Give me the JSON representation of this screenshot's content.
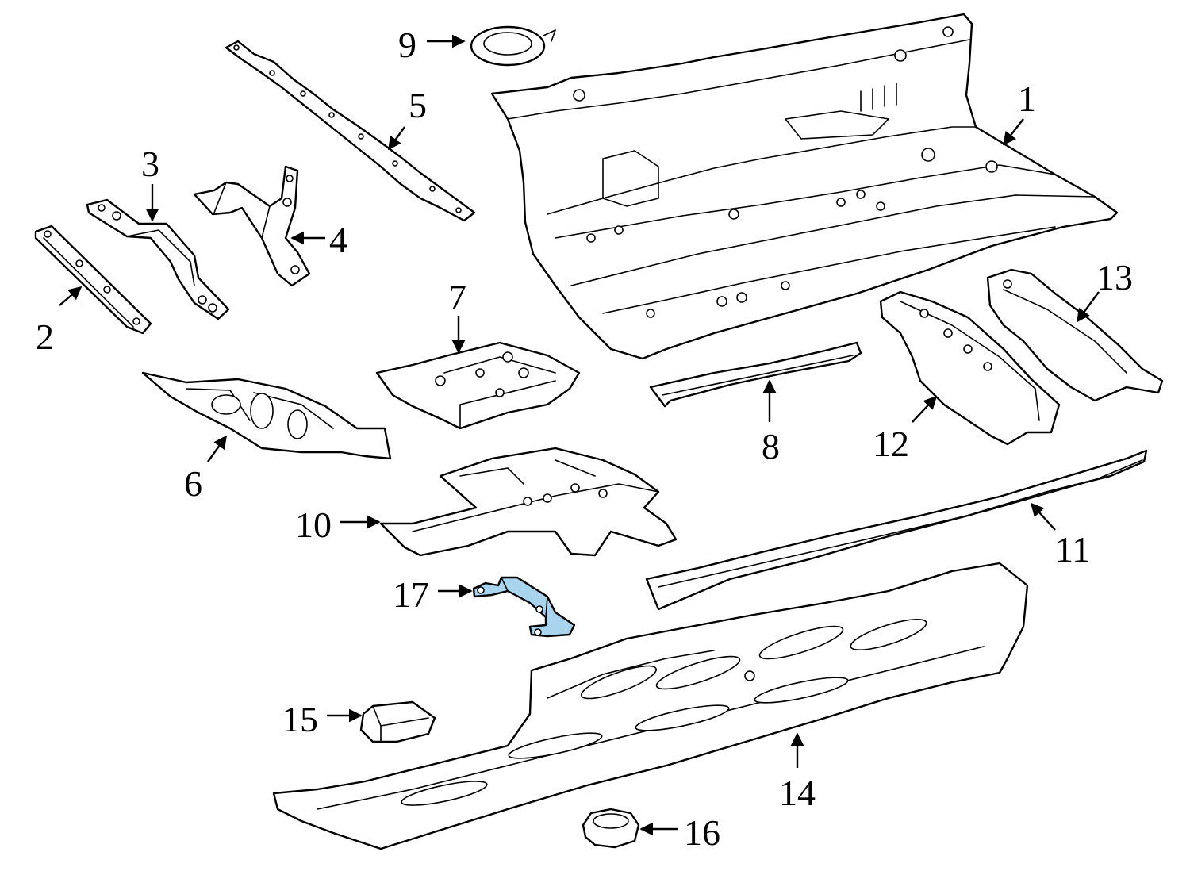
{
  "callouts": [
    {
      "id": "1",
      "label": "1"
    },
    {
      "id": "2",
      "label": "2"
    },
    {
      "id": "3",
      "label": "3"
    },
    {
      "id": "4",
      "label": "4"
    },
    {
      "id": "5",
      "label": "5"
    },
    {
      "id": "6",
      "label": "6"
    },
    {
      "id": "7",
      "label": "7"
    },
    {
      "id": "8",
      "label": "8"
    },
    {
      "id": "9",
      "label": "9"
    },
    {
      "id": "10",
      "label": "10"
    },
    {
      "id": "11",
      "label": "11"
    },
    {
      "id": "12",
      "label": "12"
    },
    {
      "id": "13",
      "label": "13"
    },
    {
      "id": "14",
      "label": "14"
    },
    {
      "id": "15",
      "label": "15"
    },
    {
      "id": "16",
      "label": "16"
    },
    {
      "id": "17",
      "label": "17"
    }
  ],
  "colors": {
    "line": "#000000",
    "background": "#ffffff",
    "highlight_part": "#a8d4ee"
  },
  "highlighted_part": "17"
}
